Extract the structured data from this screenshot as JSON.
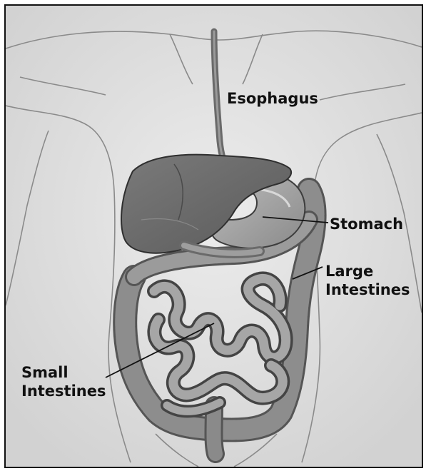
{
  "labels": {
    "esophagus": "Esophagus",
    "stomach": "Stomach",
    "large_intestines": [
      "Large",
      "Intestines"
    ],
    "small_intestines": [
      "Small",
      "Intestines"
    ]
  },
  "colors": {
    "background": "#e6e6e6",
    "organ_dark": "#6e6e6e",
    "organ_mid": "#8c8c8c",
    "organ_light": "#b4b4b4",
    "outline": "#111111"
  }
}
